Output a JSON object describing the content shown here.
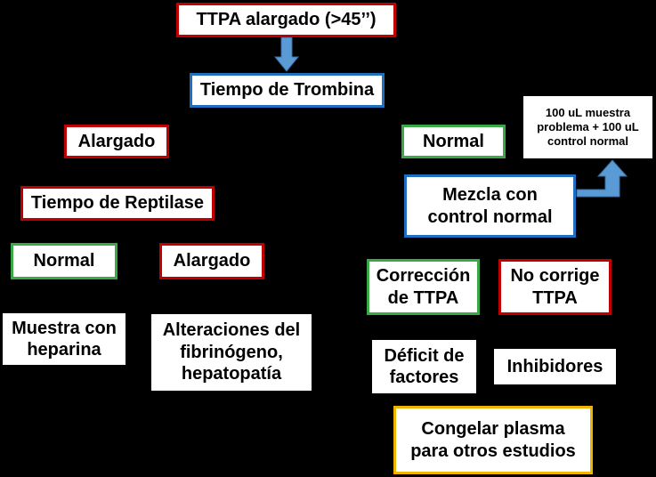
{
  "nodes": {
    "ttpa": "TTPA alargado (>45’’)",
    "trombina": "Tiempo de Trombina",
    "alargado_1": "Alargado",
    "reptilase": "Tiempo de Reptilase",
    "normal_left": "Normal",
    "alargado_2": "Alargado",
    "heparina": "Muestra con\nheparina",
    "fibrinogeno": "Alteraciones del\nfibrinógeno,\nhepatopatía",
    "normal_right": "Normal",
    "mezcla_note": "100 uL muestra\nproblema + 100 uL\ncontrol normal",
    "mezcla": "Mezcla con\ncontrol normal",
    "correccion": "Corrección\nde TTPA",
    "no_corrige": "No corrige\nTTPA",
    "deficit": "Déficit de\nfactores",
    "inhibidores": "Inhibidores",
    "congelar": "Congelar plasma\npara otros estudios"
  },
  "colors": {
    "background": "#000000",
    "red": "#c00000",
    "green": "#3aa845",
    "blue": "#1f6fc0",
    "yellow": "#f0b400",
    "arrow": "#5b9bd5"
  }
}
